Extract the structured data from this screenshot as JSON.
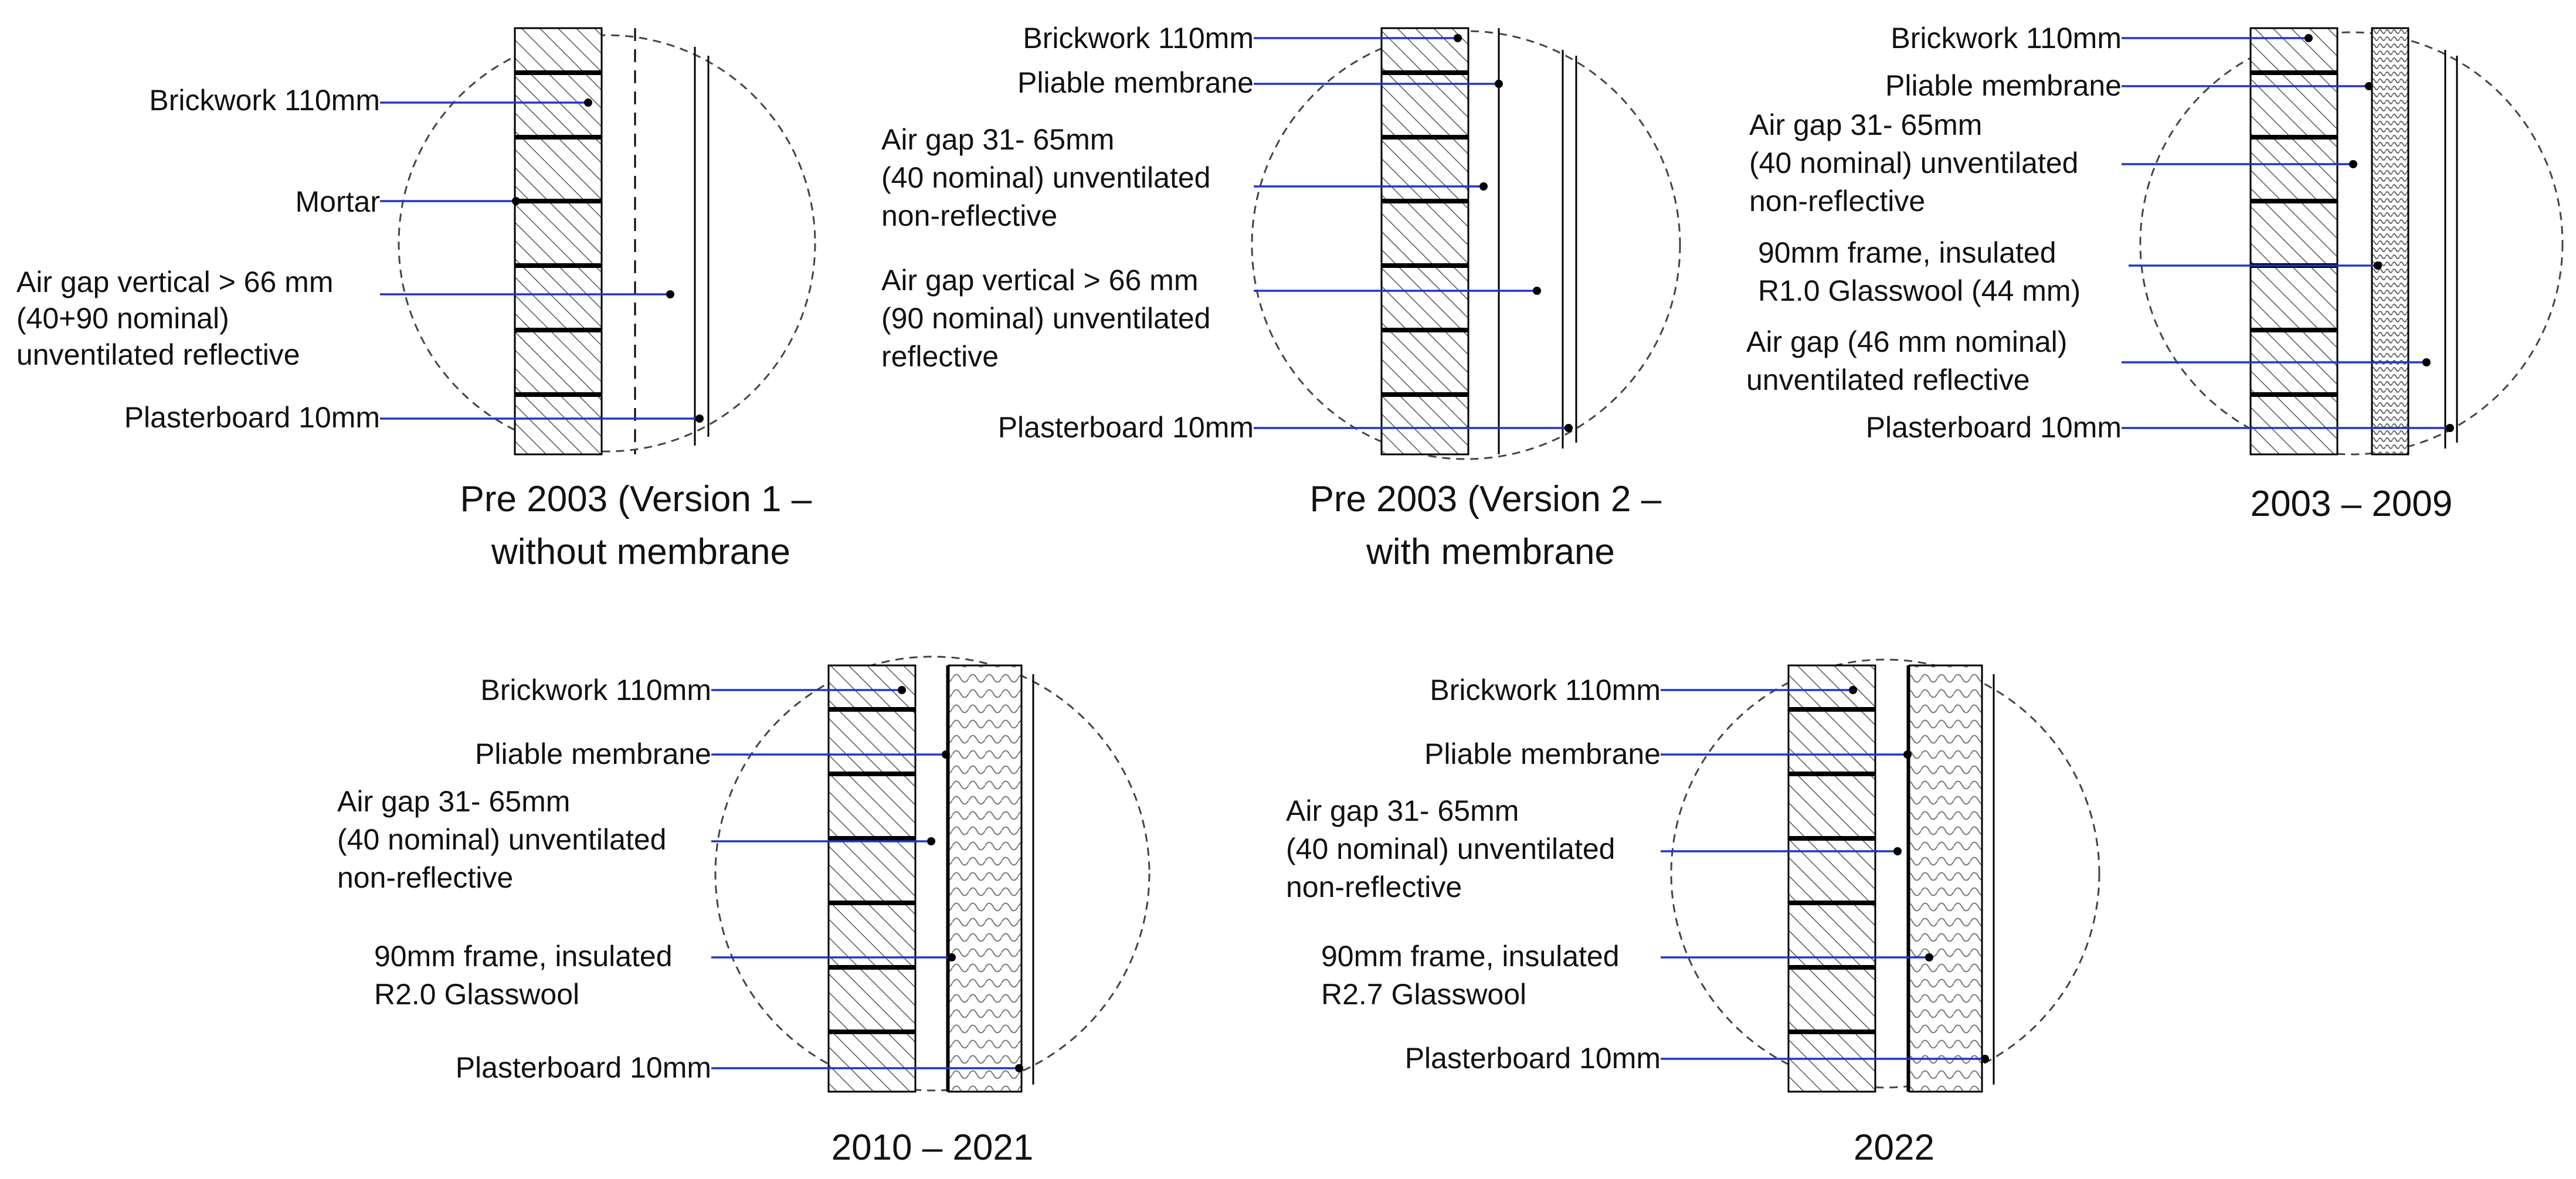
{
  "diagrams": [
    {
      "caption_lines": [
        "Pre 2003 (Version 1 –",
        "without membrane"
      ],
      "labels": [
        {
          "lines": [
            "Brickwork 110mm"
          ]
        },
        {
          "lines": [
            "Mortar"
          ]
        },
        {
          "lines": [
            "Air gap vertical > 66 mm",
            "(40+90 nominal)",
            "unventilated reflective"
          ]
        },
        {
          "lines": [
            "Plasterboard 10mm"
          ]
        }
      ]
    },
    {
      "caption_lines": [
        "Pre 2003 (Version 2 –",
        "with membrane"
      ],
      "labels": [
        {
          "lines": [
            "Brickwork 110mm"
          ]
        },
        {
          "lines": [
            "Pliable membrane"
          ]
        },
        {
          "lines": [
            "Air gap 31- 65mm",
            "(40 nominal) unventilated",
            "non-reflective"
          ]
        },
        {
          "lines": [
            "Air gap vertical > 66 mm",
            "(90 nominal) unventilated",
            "reflective"
          ]
        },
        {
          "lines": [
            "Plasterboard 10mm"
          ]
        }
      ]
    },
    {
      "caption_lines": [
        "2003 – 2009"
      ],
      "labels": [
        {
          "lines": [
            "Brickwork 110mm"
          ]
        },
        {
          "lines": [
            "Pliable membrane"
          ]
        },
        {
          "lines": [
            "Air gap 31- 65mm",
            "(40 nominal) unventilated",
            "non-reflective"
          ]
        },
        {
          "lines": [
            "90mm frame, insulated",
            "R1.0 Glasswool (44 mm)"
          ]
        },
        {
          "lines": [
            "Air gap  (46 mm nominal)",
            "unventilated reflective"
          ]
        },
        {
          "lines": [
            "Plasterboard 10mm"
          ]
        }
      ]
    },
    {
      "caption_lines": [
        "2010 – 2021"
      ],
      "labels": [
        {
          "lines": [
            "Brickwork 110mm"
          ]
        },
        {
          "lines": [
            "Pliable membrane"
          ]
        },
        {
          "lines": [
            "Air gap 31- 65mm",
            "(40 nominal) unventilated",
            "non-reflective"
          ]
        },
        {
          "lines": [
            "90mm frame, insulated",
            "R2.0 Glasswool"
          ]
        },
        {
          "lines": [
            "Plasterboard 10mm"
          ]
        }
      ]
    },
    {
      "caption_lines": [
        "2022"
      ],
      "labels": [
        {
          "lines": [
            "Brickwork 110mm"
          ]
        },
        {
          "lines": [
            "Pliable membrane"
          ]
        },
        {
          "lines": [
            "Air gap 31- 65mm",
            "(40 nominal) unventilated",
            "non-reflective"
          ]
        },
        {
          "lines": [
            "90mm frame, insulated",
            "R2.7 Glasswool"
          ]
        },
        {
          "lines": [
            "Plasterboard 10mm"
          ]
        }
      ]
    }
  ],
  "colors": {
    "leader": "#2233cc",
    "outline": "#000000",
    "circle": "#444444",
    "text": "#111111"
  }
}
